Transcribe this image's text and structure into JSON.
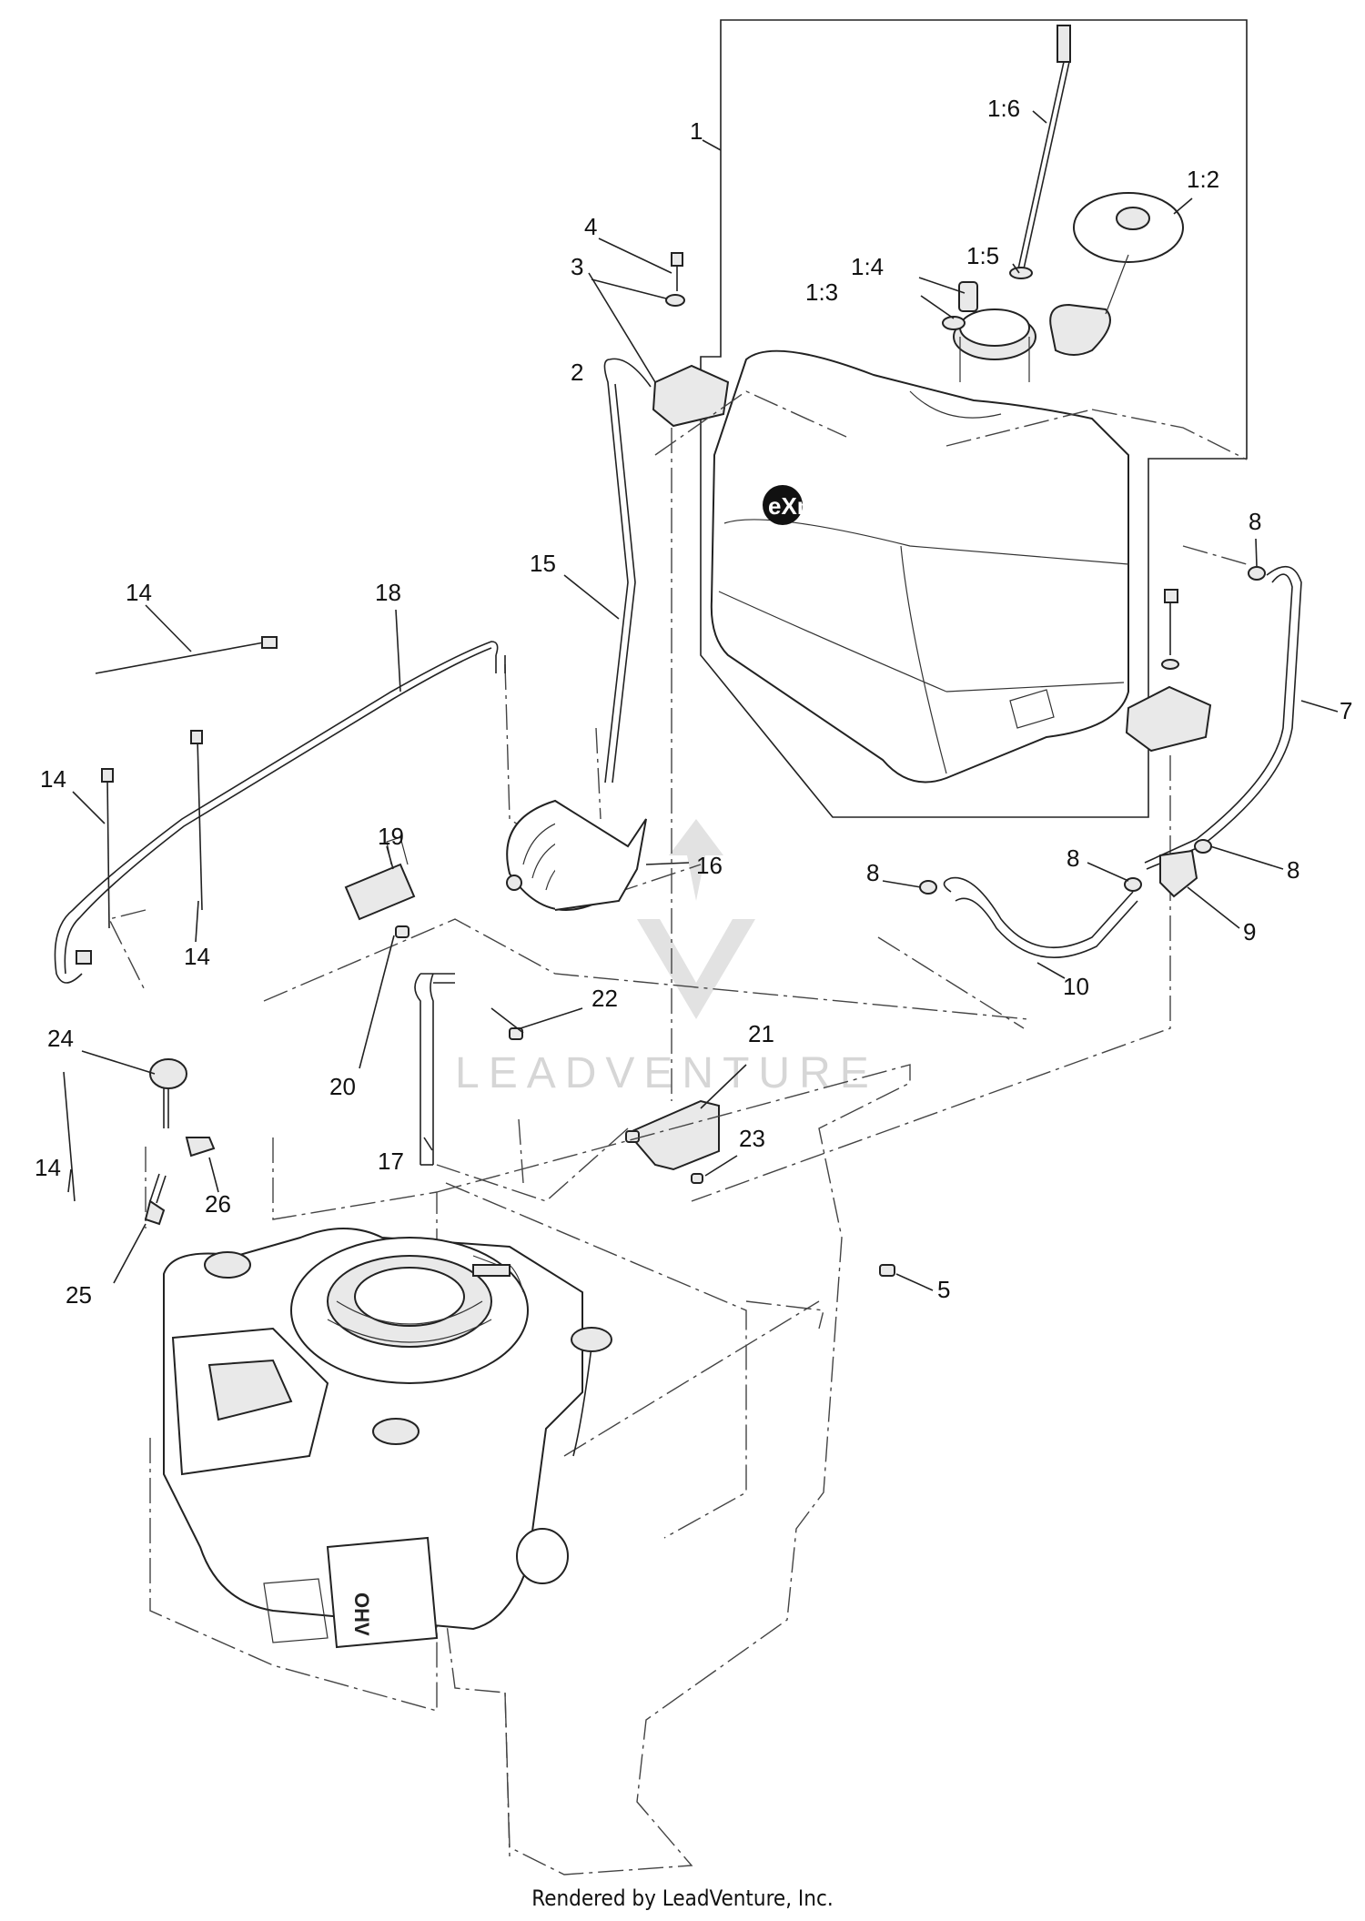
{
  "watermark": "LEADVENTURE",
  "brand_text": "eXmark",
  "engine_mark": "OHV",
  "footer": "Rendered by LeadVenture, Inc.",
  "callouts": {
    "c1": "1",
    "c1_2": "1:2",
    "c1_3": "1:3",
    "c1_4": "1:4",
    "c1_5": "1:5",
    "c1_6": "1:6",
    "c2": "2",
    "c3": "3",
    "c4": "4",
    "c5": "5",
    "c7": "7",
    "c8a": "8",
    "c8b": "8",
    "c8c": "8",
    "c8d": "8",
    "c9": "9",
    "c10": "10",
    "c14a": "14",
    "c14b": "14",
    "c14c": "14",
    "c14d": "14",
    "c15": "15",
    "c16": "16",
    "c17": "17",
    "c18": "18",
    "c19": "19",
    "c20": "20",
    "c21": "21",
    "c22": "22",
    "c23": "23",
    "c24": "24",
    "c25": "25",
    "c26": "26"
  }
}
